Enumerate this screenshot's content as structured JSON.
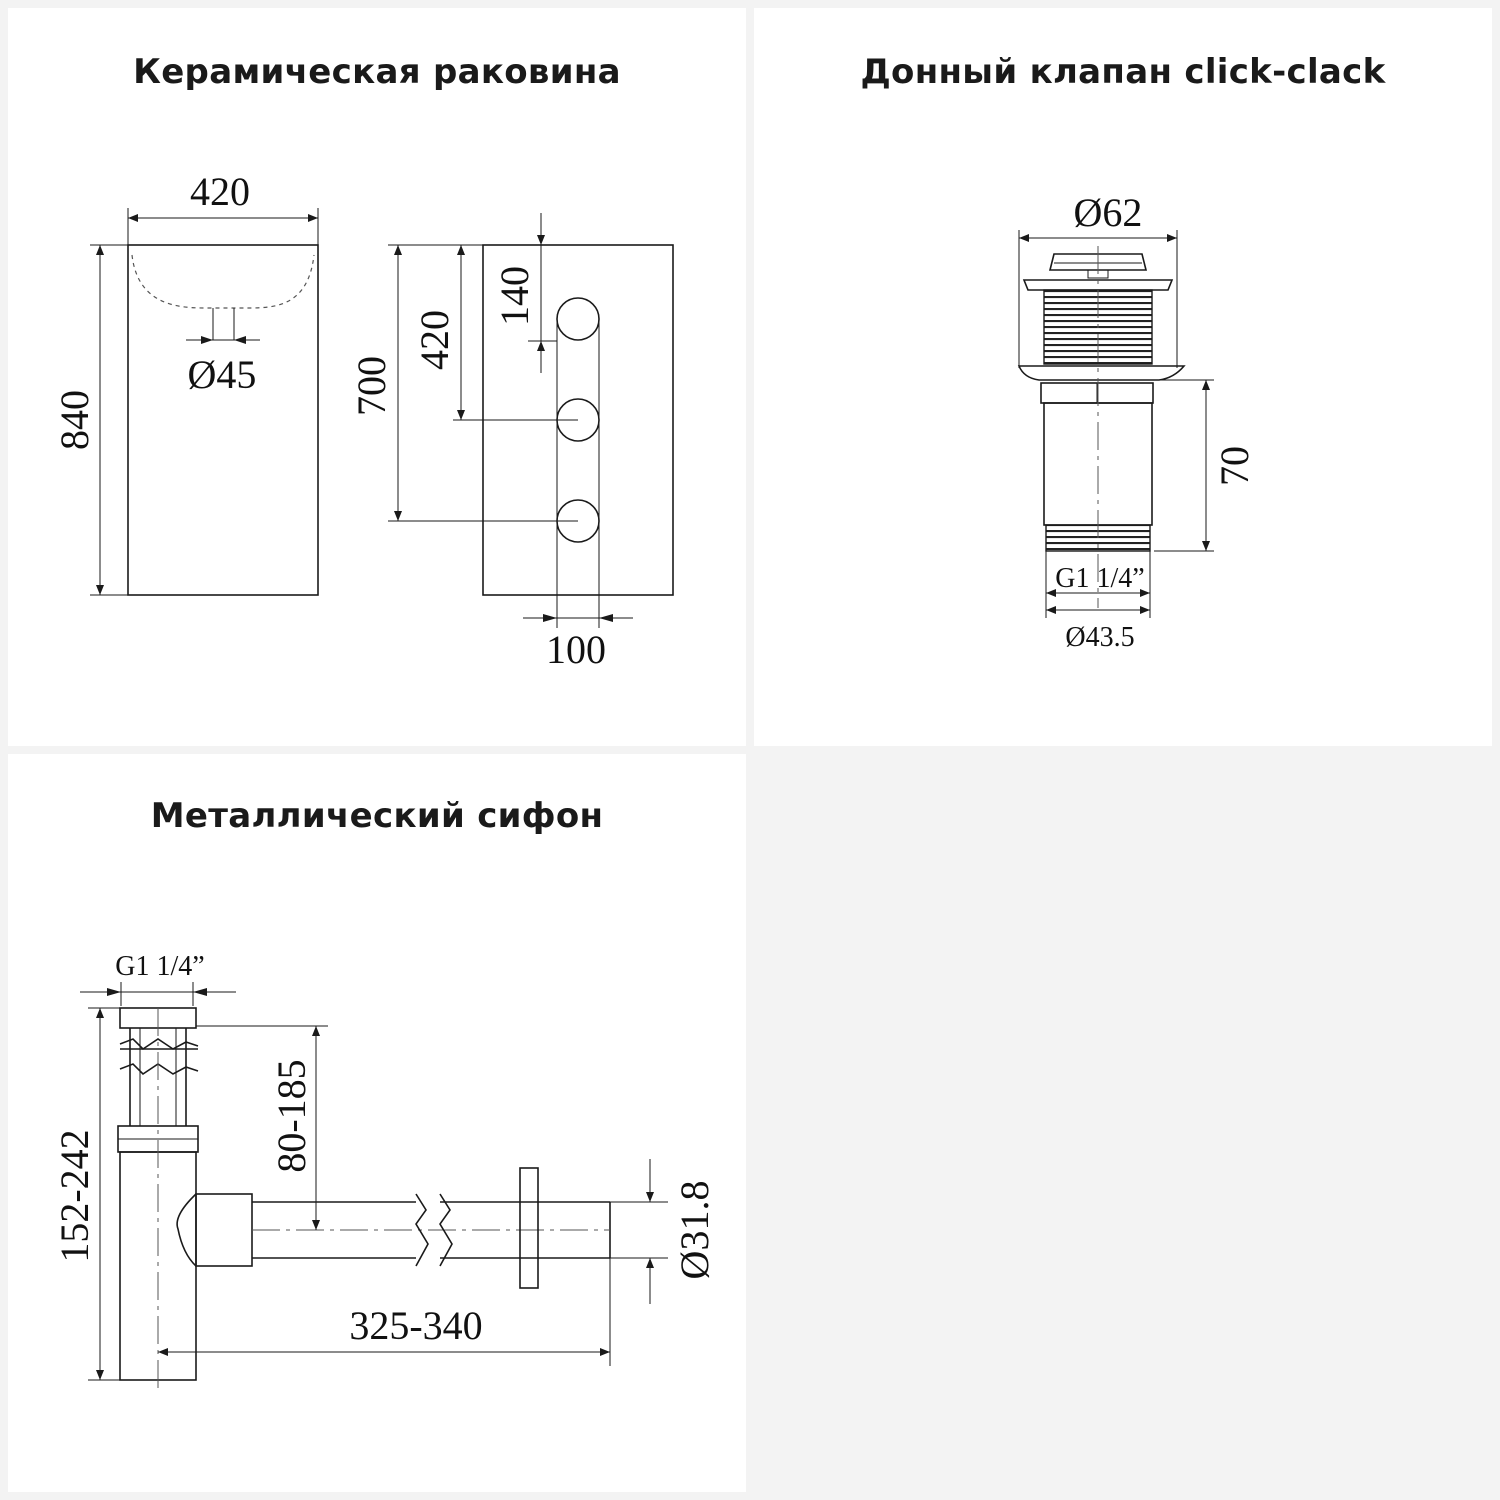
{
  "panels": {
    "sink": {
      "title": "Керамическая раковина",
      "dims": {
        "width": "420",
        "height": "840",
        "drain": "Ø45",
        "h700": "700",
        "h420": "420",
        "h140": "140",
        "w100": "100"
      }
    },
    "valve": {
      "title": "Донный клапан click-clack",
      "dims": {
        "top_diameter": "Ø62",
        "height": "70",
        "thread": "G1 1/4”",
        "bottom_diameter": "Ø43.5"
      }
    },
    "siphon": {
      "title": "Металлический сифон",
      "dims": {
        "thread": "G1 1/4”",
        "total_height": "152-242",
        "adjust_height": "80-185",
        "length": "325-340",
        "pipe_diameter": "Ø31.8"
      }
    }
  }
}
